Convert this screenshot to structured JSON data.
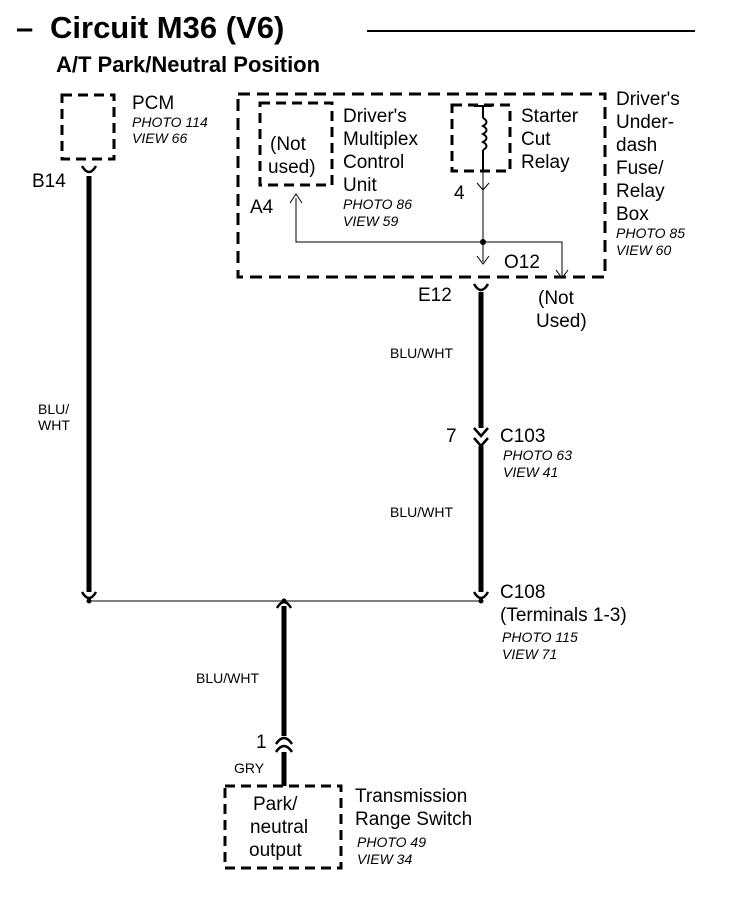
{
  "header": {
    "dash": "–",
    "title": "Circuit M36 (V6)",
    "subtitle": "A/T Park/Neutral Position"
  },
  "pcm": {
    "name": "PCM",
    "photo": "PHOTO 114",
    "view": "VIEW 66",
    "pin": "B14"
  },
  "fuse_box": {
    "name_lines": [
      "Driver's",
      "Under-",
      "dash",
      "Fuse/",
      "Relay",
      "Box"
    ],
    "photo": "PHOTO 85",
    "view": "VIEW 60",
    "multiplex": {
      "placeholder_lines": [
        "(Not",
        "used)"
      ],
      "name_lines": [
        "Driver's",
        "Multiplex",
        "Control",
        "Unit"
      ],
      "photo": "PHOTO 86",
      "view": "VIEW 59",
      "pin": "A4"
    },
    "relay": {
      "name_lines": [
        "Starter",
        "Cut",
        "Relay"
      ],
      "pin": "4"
    },
    "o12": {
      "label": "O12",
      "note_lines": [
        "(Not",
        "Used)"
      ]
    },
    "pin_out": "E12"
  },
  "wires": {
    "left": "BLU/\nWHT",
    "left_lines": [
      "BLU/",
      "WHT"
    ],
    "right_upper": "BLU/WHT",
    "right_lower": "BLU/WHT",
    "bottom": "BLU/WHT",
    "switch_lead": "GRY"
  },
  "c103": {
    "pin": "7",
    "name": "C103",
    "photo": "PHOTO 63",
    "view": "VIEW 41"
  },
  "c108": {
    "name": "C108",
    "terminals": "(Terminals 1-3)",
    "photo": "PHOTO 115",
    "view": "VIEW 71"
  },
  "switch": {
    "pin": "1",
    "box_lines": [
      "Park/",
      "neutral",
      "output"
    ],
    "name_lines": [
      "Transmission",
      "Range Switch"
    ],
    "photo": "PHOTO 49",
    "view": "VIEW 34"
  }
}
